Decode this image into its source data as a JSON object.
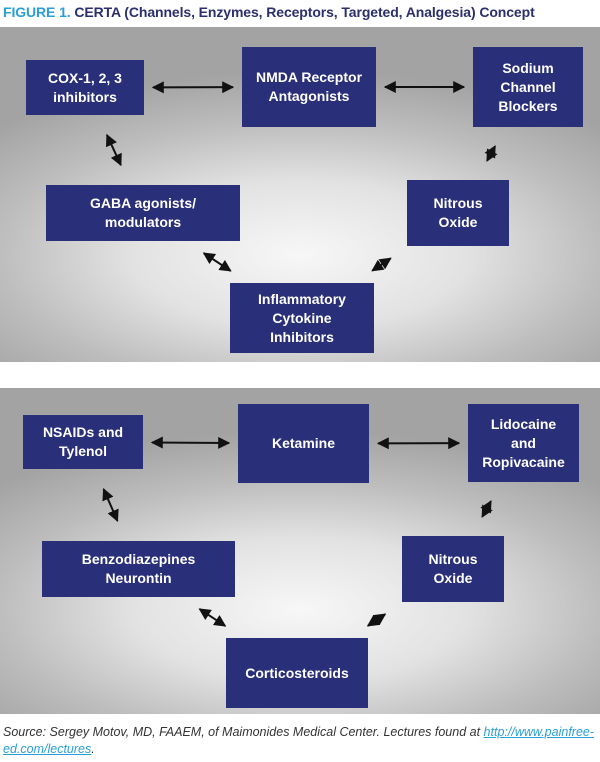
{
  "figure": {
    "label": "FIGURE 1.",
    "title": "CERTA (Channels, Enzymes, Receptors, Targeted, Analgesia) Concept"
  },
  "panel1": {
    "nodes": {
      "cox": "COX-1, 2, 3\ninhibitors",
      "nmda": "NMDA Receptor\nAntagonists",
      "sodium": "Sodium\nChannel\nBlockers",
      "gaba": "GABA agonists/\nmodulators",
      "nitrous": "Nitrous\nOxide",
      "cytokine": "Inflammatory\nCytokine\nInhibitors"
    },
    "edges": [
      [
        "cox",
        "nmda"
      ],
      [
        "nmda",
        "sodium"
      ],
      [
        "cox",
        "gaba"
      ],
      [
        "sodium",
        "nitrous"
      ],
      [
        "gaba",
        "cytokine"
      ],
      [
        "nitrous",
        "cytokine"
      ]
    ]
  },
  "panel2": {
    "nodes": {
      "nsaids": "NSAIDs and\nTylenol",
      "ketamine": "Ketamine",
      "lidocaine": "Lidocaine\nand\nRopivacaine",
      "benzo": "Benzodiazepines\nNeurontin",
      "nitrous": "Nitrous\nOxide",
      "cortico": "Corticosteroids"
    },
    "edges": [
      [
        "nsaids",
        "ketamine"
      ],
      [
        "ketamine",
        "lidocaine"
      ],
      [
        "nsaids",
        "benzo"
      ],
      [
        "lidocaine",
        "nitrous"
      ],
      [
        "benzo",
        "cortico"
      ],
      [
        "nitrous",
        "cortico"
      ]
    ]
  },
  "source": {
    "text": "Source: Sergey Motov, MD, FAAEM, of Maimonides Medical Center. Lectures found at",
    "link": "http://www.painfree-ed.com/lectures",
    "end": "."
  },
  "colors": {
    "box": "#2a2f7a",
    "title": "#2b2f6e",
    "figure_label": "#2a9fd6",
    "arrow": "#111111"
  }
}
